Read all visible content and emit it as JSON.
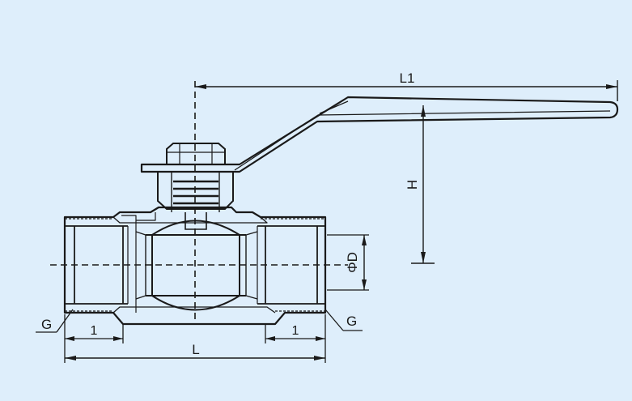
{
  "diagram": {
    "labels": {
      "overall_handle_length": "L1",
      "height": "H",
      "bore_diameter": "ΦD",
      "thread_left": "G",
      "thread_right": "G",
      "thread_length_left": "1",
      "thread_length_right": "1",
      "body_length": "L"
    },
    "colors": {
      "background": "#deeefb",
      "line": "#1a1a1a"
    }
  }
}
